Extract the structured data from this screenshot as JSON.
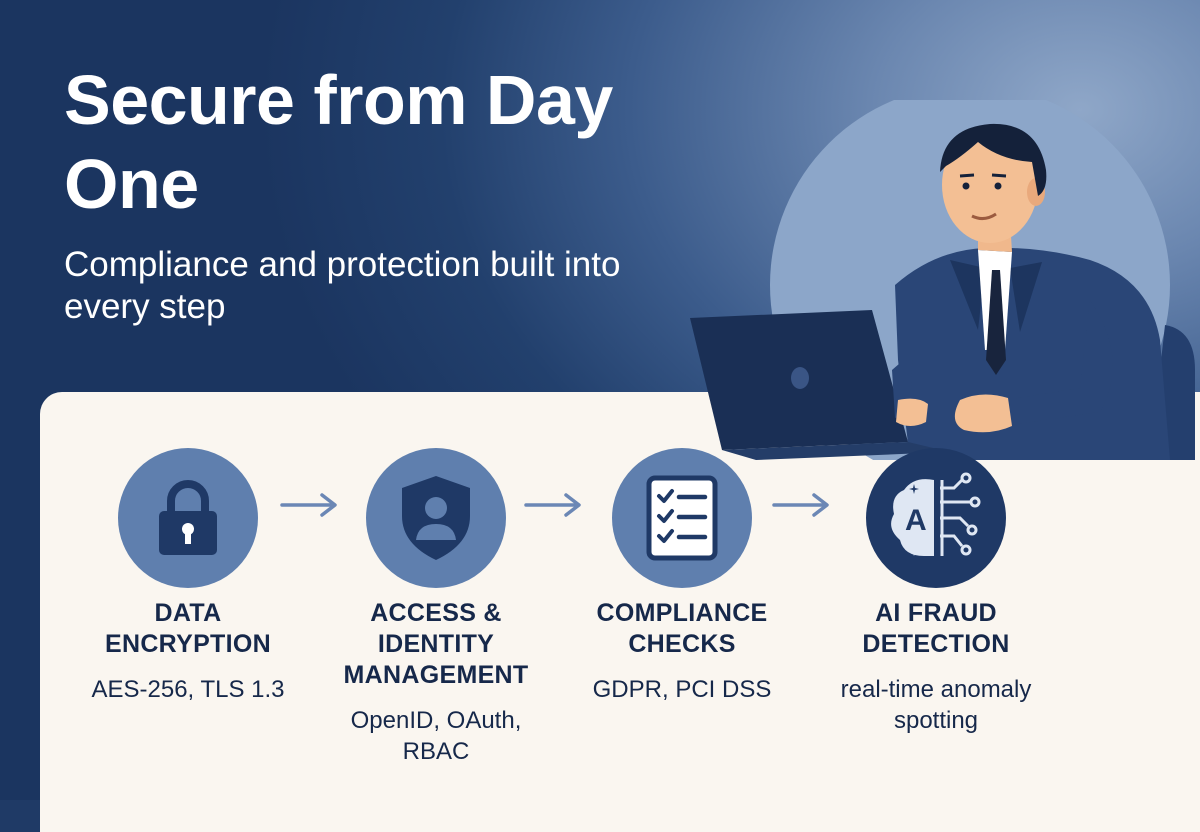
{
  "hero": {
    "title": "Secure from Day One",
    "subtitle": "Compliance and protection built into every step"
  },
  "steps": [
    {
      "icon": "padlock-icon",
      "title": "DATA ENCRYPTION",
      "description": "AES-256, TLS 1.3"
    },
    {
      "icon": "shield-user-icon",
      "title": "ACCESS & IDENTITY MANAGEMENT",
      "description": "OpenID, OAuth, RBAC"
    },
    {
      "icon": "checklist-icon",
      "title": "COMPLIANCE CHECKS",
      "description": "GDPR, PCI DSS"
    },
    {
      "icon": "ai-brain-circuit-icon",
      "title": "AI FRAUD DETECTION",
      "description": "real-time anomaly spotting"
    }
  ],
  "ai_icon_letter": "A",
  "colors": {
    "navy": "#1f3966",
    "steel_blue": "#5f7fae",
    "panel": "#faf6f0",
    "text_dark": "#16284a",
    "arrow": "#6b87b5"
  }
}
